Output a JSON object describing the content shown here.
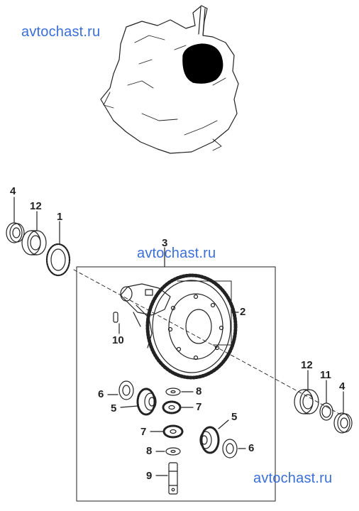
{
  "watermarks": [
    "avtochast.ru",
    "avtochast.ru",
    "avtochast.ru"
  ],
  "callouts": {
    "c4_left": "4",
    "c12_left": "12",
    "c1": "1",
    "c3": "3",
    "c2": "2",
    "c10": "10",
    "c12_right": "12",
    "c11": "11",
    "c4_right": "4",
    "c6_top": "6",
    "c8_top": "8",
    "c5_left": "5",
    "c7_top": "7",
    "c5_right": "5",
    "c7_bottom": "7",
    "c8_bottom": "8",
    "c6_bottom": "6",
    "c9": "9"
  },
  "colors": {
    "line": "#222222",
    "watermark": "#3a6fd8",
    "background": "#ffffff"
  }
}
